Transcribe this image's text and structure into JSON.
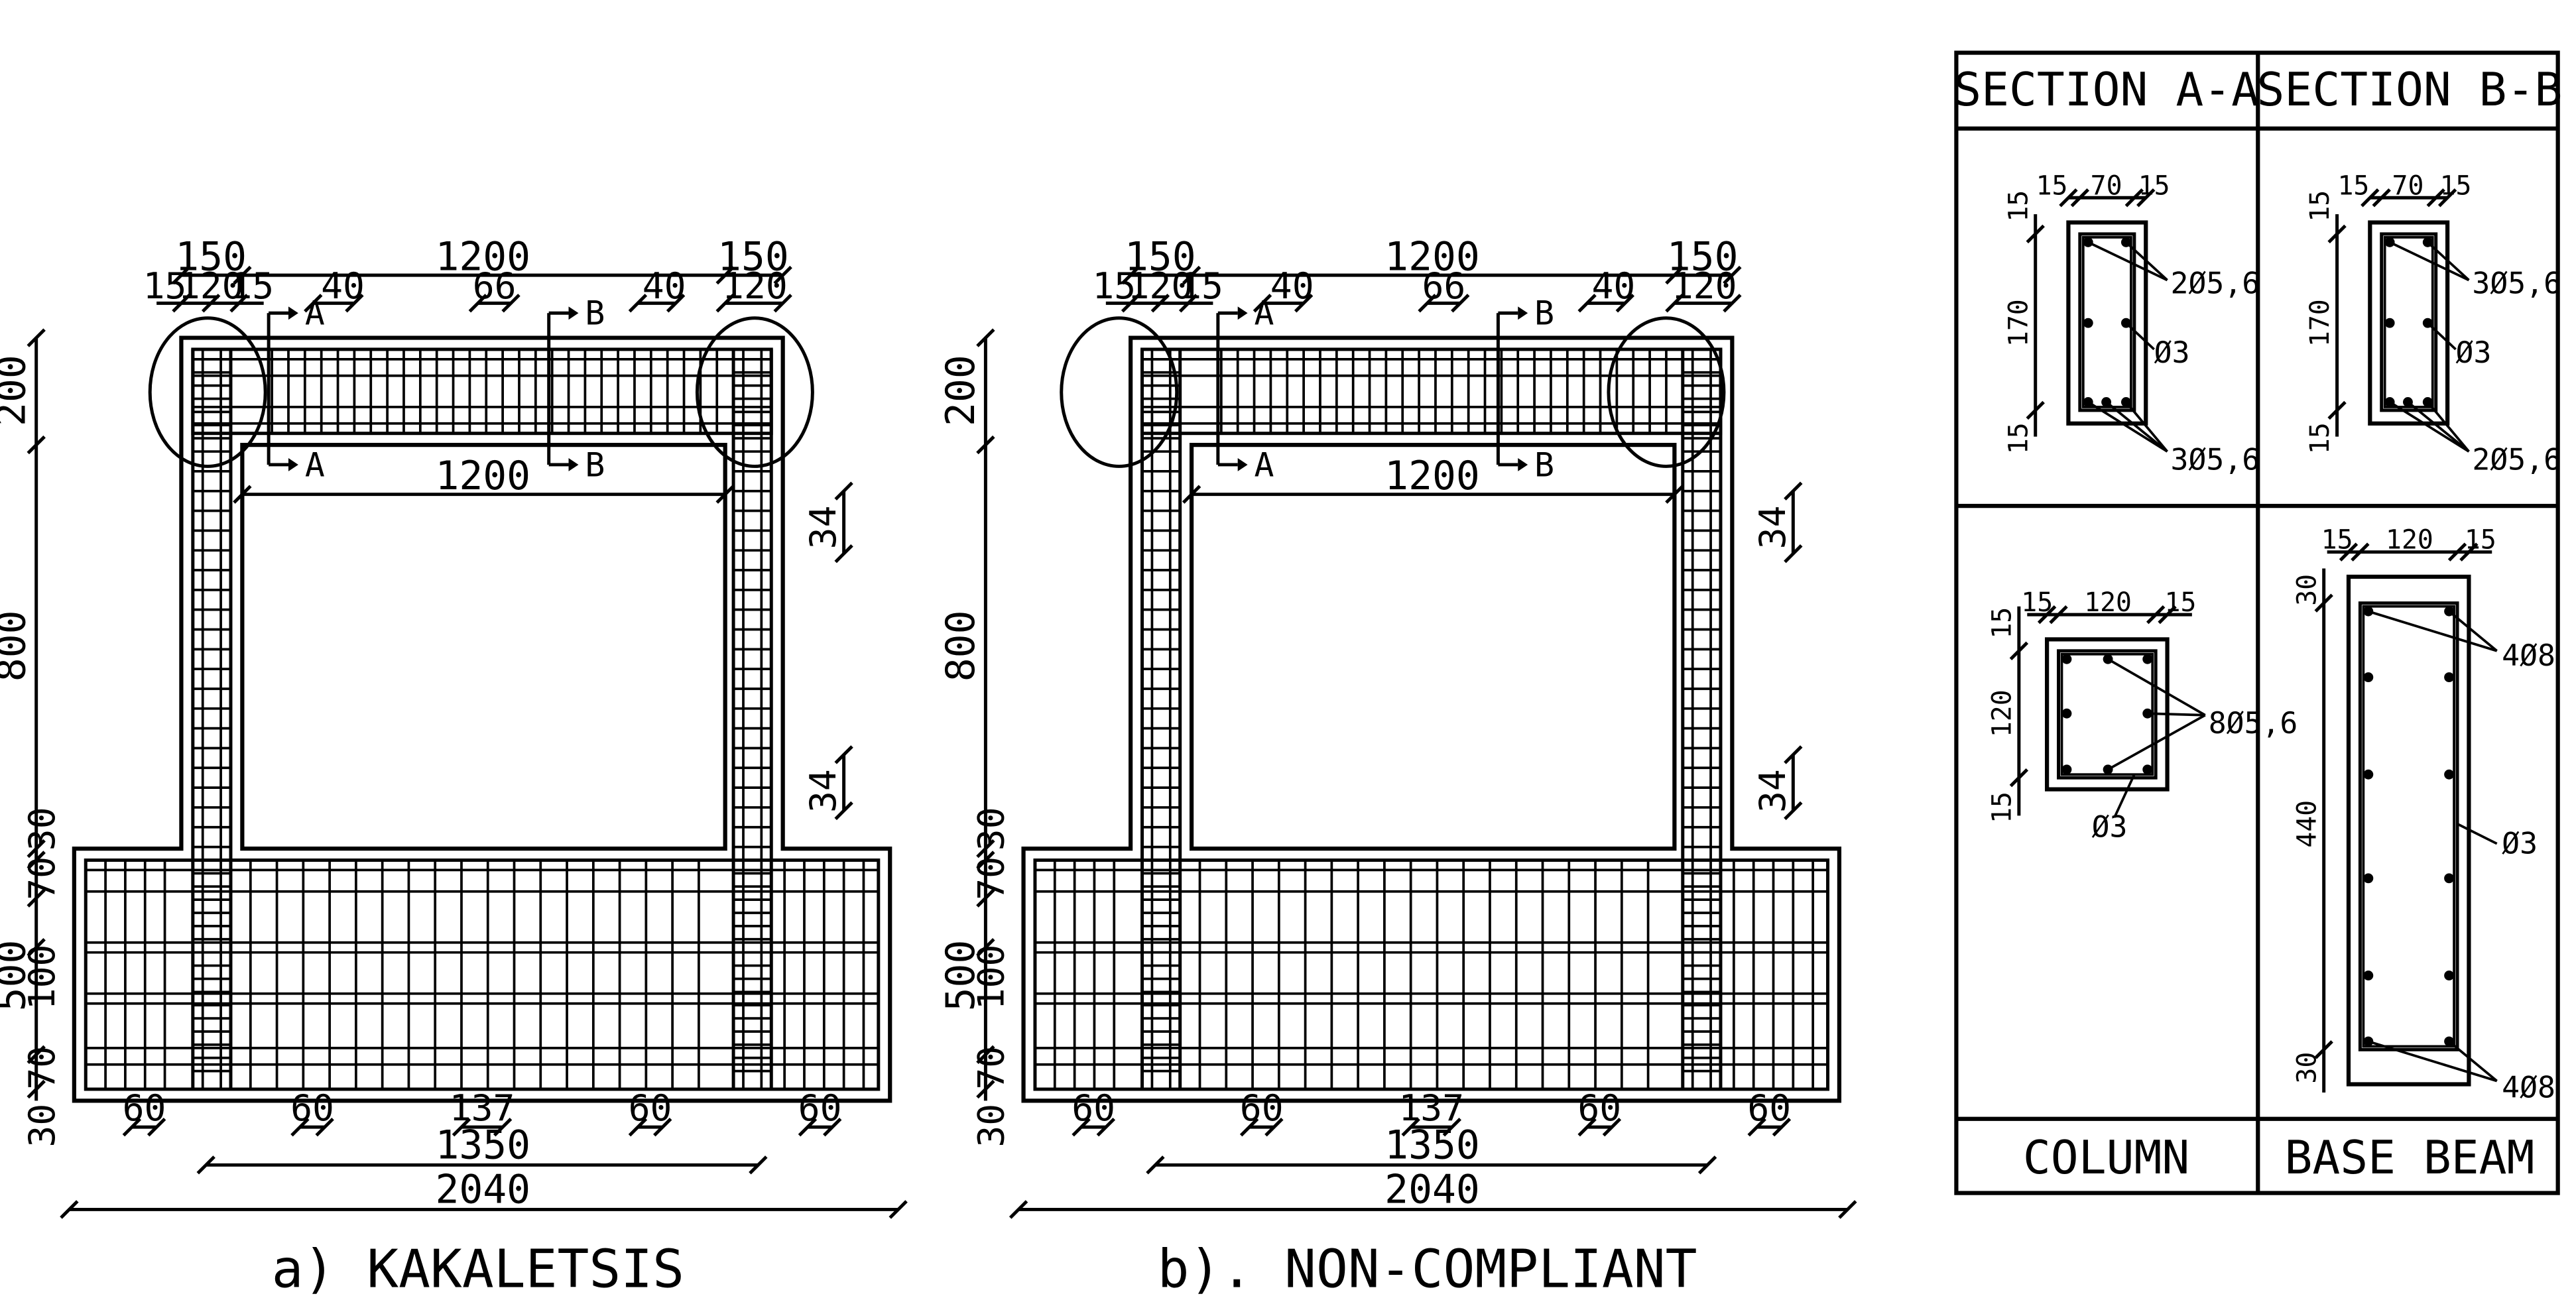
{
  "frames": [
    {
      "caption": "a) KAKALETSIS",
      "compliant_joint": true,
      "dims": {
        "top_left": "150",
        "top_span": "1200",
        "top_right": "150",
        "col_a": "15",
        "col_b": "120",
        "col_c": "15",
        "s1": "40",
        "s2": "66",
        "s3": "40",
        "col_right": "120",
        "inner_span": "1200",
        "h_beam": "200",
        "h_column": "800",
        "h_30": "30",
        "h_70a": "70",
        "h_base": "500",
        "h_100": "100",
        "h_70b": "70",
        "h_30b": "30",
        "r_34a": "34",
        "r_34b": "34",
        "b_60a": "60",
        "b_60b": "60",
        "b_137": "137",
        "b_60c": "60",
        "b_60d": "60",
        "b_1350": "1350",
        "b_2040": "2040"
      },
      "section_marks": {
        "a": "A",
        "b": "B"
      }
    },
    {
      "caption": "b). NON-COMPLIANT",
      "compliant_joint": false,
      "dims": {
        "top_left": "150",
        "top_span": "1200",
        "top_right": "150",
        "col_a": "15",
        "col_b": "120",
        "col_c": "15",
        "s1": "40",
        "s2": "66",
        "s3": "40",
        "col_right": "120",
        "inner_span": "1200",
        "h_beam": "200",
        "h_column": "800",
        "h_30": "30",
        "h_70a": "70",
        "h_base": "500",
        "h_100": "100",
        "h_70b": "70",
        "h_30b": "30",
        "r_34a": "34",
        "r_34b": "34",
        "b_60a": "60",
        "b_60b": "60",
        "b_137": "137",
        "b_60c": "60",
        "b_60d": "60",
        "b_1350": "1350",
        "b_2040": "2040"
      },
      "section_marks": {
        "a": "A",
        "b": "B"
      }
    }
  ],
  "table": {
    "header_a": "SECTION A-A",
    "header_b": "SECTION B-B",
    "footer_a": "COLUMN",
    "footer_b": "BASE BEAM",
    "sec_a": {
      "w_l": "15",
      "w_c": "70",
      "w_r": "15",
      "h_t": "15",
      "h_c": "170",
      "h_b": "15",
      "top_bars": "2Ø5,6",
      "stirrup": "Ø3",
      "bot_bars": "3Ø5,6"
    },
    "sec_b": {
      "w_l": "15",
      "w_c": "70",
      "w_r": "15",
      "h_t": "15",
      "h_c": "170",
      "h_b": "15",
      "top_bars": "3Ø5,6",
      "stirrup": "Ø3",
      "bot_bars": "2Ø5,6"
    },
    "column": {
      "w_l": "15",
      "w_c": "120",
      "w_r": "15",
      "h_t": "15",
      "h_c": "120",
      "h_b": "15",
      "bars": "8Ø5,6",
      "stirrup": "Ø3"
    },
    "base_beam": {
      "w_l": "15",
      "w_c": "120",
      "w_r": "15",
      "h_t": "30",
      "h_c": "440",
      "h_b": "30",
      "top_bars": "4Ø8",
      "stirrup": "Ø3",
      "bot_bars": "4Ø8"
    }
  }
}
